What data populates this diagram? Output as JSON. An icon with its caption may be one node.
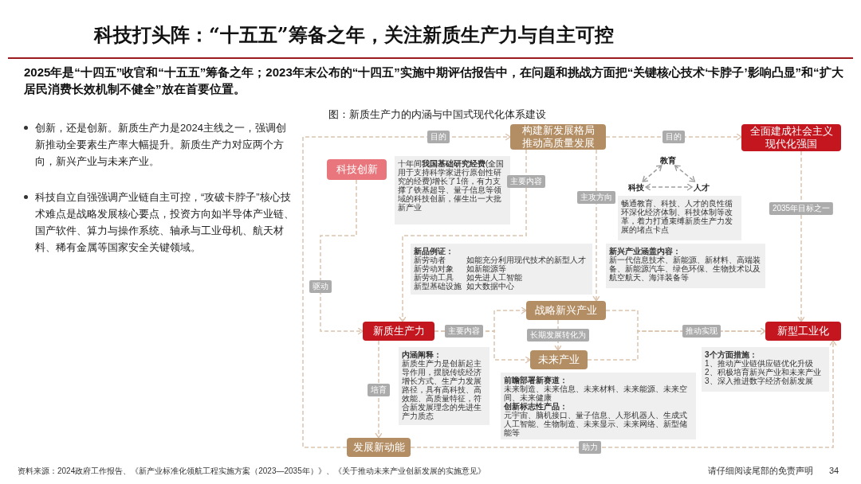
{
  "diagram": {
    "title": "科技打头阵：“十五五”筹备之年，关注新质生产力与自主可控",
    "nodes": [
      {
        "text": [
          "构建新发展格局推动高质量发展"
        ]
      },
      {
        "text": [
          "全面建成社会主义现代化强国"
        ]
      },
      {
        "text": [
          "科技创新"
        ]
      },
      {
        "text": [
          "十年间**我国基础研究经费**(全国用于支持科学家进行原创性研究的经费)增长了1倍，有力支撑了铁基超导、量子信息等领域的科技创新，催生出一大批新产业"
        ]
      },
      {
        "text": [
          "教育"
        ]
      },
      {
        "text": [
          "科技"
        ]
      },
      {
        "text": [
          "人才"
        ]
      },
      {
        "text": [
          "畅通教育、科技、人才的良性循环深化经济体制、科技体制等改革，着力打通束缚新质生产力发展的堵点卡点"
        ]
      },
      {
        "text": [
          "新品例证：",
          "新劳动者",
          "如能充分利用现代技术的新型人才",
          "新劳动对象",
          "如新能源等",
          "新劳动工具",
          "如先进人工智能",
          "新型基础设施",
          "如大数据中心"
        ]
      },
      {
        "text": [
          "新兴产业涵盖内容：",
          "新一代信息技术、新能源、新材料、高端装备、新能源汽车、绿色环保、生物技术以及航空航天、海洋装备等"
        ]
      },
      {
        "text": [
          "战略新兴产业"
        ]
      },
      {
        "text": [
          "新质生产力"
        ]
      },
      {
        "text": [
          "新型工业化"
        ]
      },
      {
        "text": [
          "内涵阐释：",
          "新质生产力是创新起主导作用，摆脱传统经济增长方式、生产力发展路径，具有高科技、高效能、高质量特征，符合新发展理念的先进生产力质态"
        ]
      },
      {
        "text": [
          "未来产业"
        ]
      },
      {
        "text": [
          "前瞻部署新赛道：",
          "未来制造、未来信息、未来材料、未来能源、未来空间、未来健康",
          "创新标志性产品：",
          "元宇宙、脑机接口、量子信息、人形机器人、生成式人工智能、生物制造、未来显示、未来网络、新型储能等"
        ]
      },
      {
        "text": [
          "3个方面措施：",
          "1、推动产业链供应链优化升级",
          "2、积极培育新兴产业和未来产业",
          "3、深入推进数字经济创新发展"
        ]
      },
      {
        "text": [
          "发展新动能"
        ]
      }
    ],
    "edges": [
      {
        "from": 17,
        "to": 0,
        "arrow": "to",
        "label": "目的"
      },
      {
        "from": 0,
        "to": 1,
        "arrow": "to",
        "label": "目的"
      },
      {
        "from": 2,
        "to": 11,
        "arrow": "to",
        "label": "驱动"
      },
      {
        "from": 0,
        "to": 11,
        "arrow": "to",
        "label": "主要内容"
      },
      {
        "from": 0,
        "to": 10,
        "arrow": "to",
        "label": "主攻方向"
      },
      {
        "from": 1,
        "to": 12,
        "arrow": "to",
        "label": "2035年目标之一"
      },
      {
        "from": 11,
        "to": 10,
        "arrow": "to",
        "label": "主要内容"
      },
      {
        "from": 11,
        "to": 14,
        "arrow": "to"
      },
      {
        "from": 10,
        "to": 14,
        "arrow": "to",
        "label": "长期发展转化为"
      },
      {
        "from": 10,
        "to": 12,
        "arrow": "to",
        "label": "推动实现"
      },
      {
        "from": 14,
        "to": 12,
        "arrow": "to"
      },
      {
        "from": 11,
        "to": 17,
        "arrow": "to",
        "label": "培育"
      },
      {
        "from": 17,
        "to": 12,
        "arrow": "to",
        "label": "助力"
      },
      {
        "from": 4,
        "to": 5,
        "arrow": "both",
        "color": "#9e9e9e"
      },
      {
        "from": 4,
        "to": 6,
        "arrow": "both",
        "color": "#9e9e9e"
      },
      {
        "from": 5,
        "to": 6,
        "arrow": "both",
        "color": "#9e9e9e"
      }
    ],
    "labels": [
      "2025年是“十四五”收官和“十五五”筹备之年；2023年末公布的“十四五”实施中期评估报告中，在问题和挑战方面把“关键核心技术‘卡脖子’影响凸显”和“扩大居民消费长效机制不健全”放在首要位置。",
      "创新，还是创新。新质生产力是2024主线之一，强调创新推动全要素生产率大幅提升。新质生产力对应两个方向，新兴产业与未来产业。",
      "科技自立自强强调产业链自主可控，“攻破卡脖子”核心技术难点是战略发展核心要点，投资方向如半导体产业链、国产软件、算力与操作系统、轴承与工业母机、航天材料、稀有金属等国家安全关键领域。",
      "图：新质生产力的内涵与中国式现代化体系建设",
      "资料来源：2024政府工作报告、《新产业标准化领航工程实施方案（2023—2035年）》、《关于推动未来产业创新发展的实施意见》",
      "请仔细阅读尾部的免责声明",
      "34"
    ]
  }
}
